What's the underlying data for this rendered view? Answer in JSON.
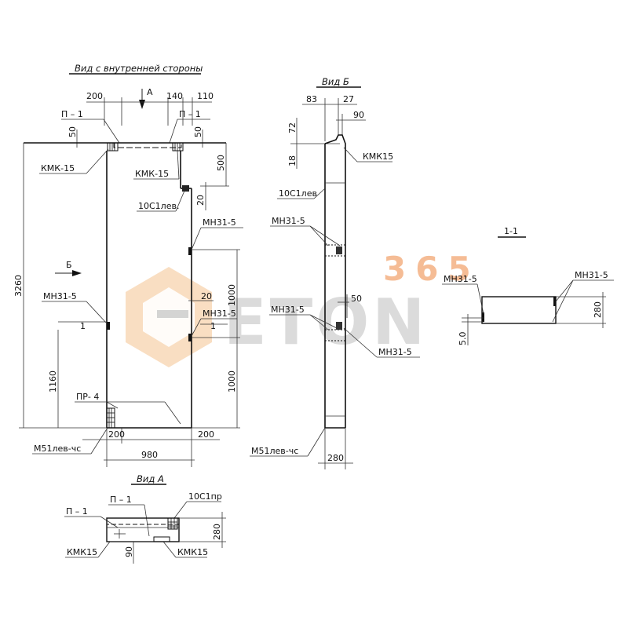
{
  "watermark": {
    "number": "365",
    "brand": "ETON",
    "number_color": "#f4b183",
    "brand_color": "#c9c9c9",
    "logo_color": "#f4c79b"
  },
  "view_inner": {
    "title": "Вид с внутренней стороны",
    "arrow_a": "А",
    "arrow_b": "Б",
    "dims": {
      "d200_top": "200",
      "d140": "140",
      "d110": "110",
      "d50_left": "50",
      "d50_right": "50",
      "d500": "500",
      "d20_a": "20",
      "d3260": "3260",
      "d1000_a": "1000",
      "d20_b": "20",
      "d1000_b": "1000",
      "d1160": "1160",
      "d200_bl": "200",
      "d200_br": "200",
      "d980": "980"
    },
    "labels": {
      "p1_left": "П – 1",
      "p1_right": "П – 1",
      "kmk15_left": "КМК-15",
      "kmk15_right": "КМК-15",
      "c10_lev": "10С1лев.",
      "mn31_5_right_top": "МН31-5",
      "mn31_5_left": "МН31-5",
      "mn31_5_right_mid": "МН31-5",
      "sec1_left": "1",
      "sec1_right": "1",
      "pr4": "ПР- 4",
      "m51": "М51лев-чс"
    }
  },
  "view_b": {
    "title": "Вид Б",
    "dims": {
      "d83": "83",
      "d27": "27",
      "d90": "90",
      "d72": "72",
      "d18": "18",
      "d50": "50",
      "d280": "280"
    },
    "labels": {
      "kmk15": "КМК15",
      "c10_lev": "10С1лев",
      "mn31_5_top": "МН31-5",
      "mn31_5_mid": "МН31-5",
      "mn31_5_low": "МН31-5",
      "m51": "М51лев-чс"
    }
  },
  "section_1_1": {
    "title": "1-1",
    "labels": {
      "mn_left": "МН31-5",
      "mn_right": "МН31-5"
    },
    "dims": {
      "d280": "280",
      "d50": "5.0"
    }
  },
  "view_a": {
    "title": "Вид А",
    "labels": {
      "p1_left": "П – 1",
      "p1_mid": "П – 1",
      "c10_pr": "10С1пр",
      "kmk15_left": "КМК15",
      "kmk15_right": "КМК15"
    },
    "dims": {
      "d280": "280",
      "d90": "90"
    }
  }
}
